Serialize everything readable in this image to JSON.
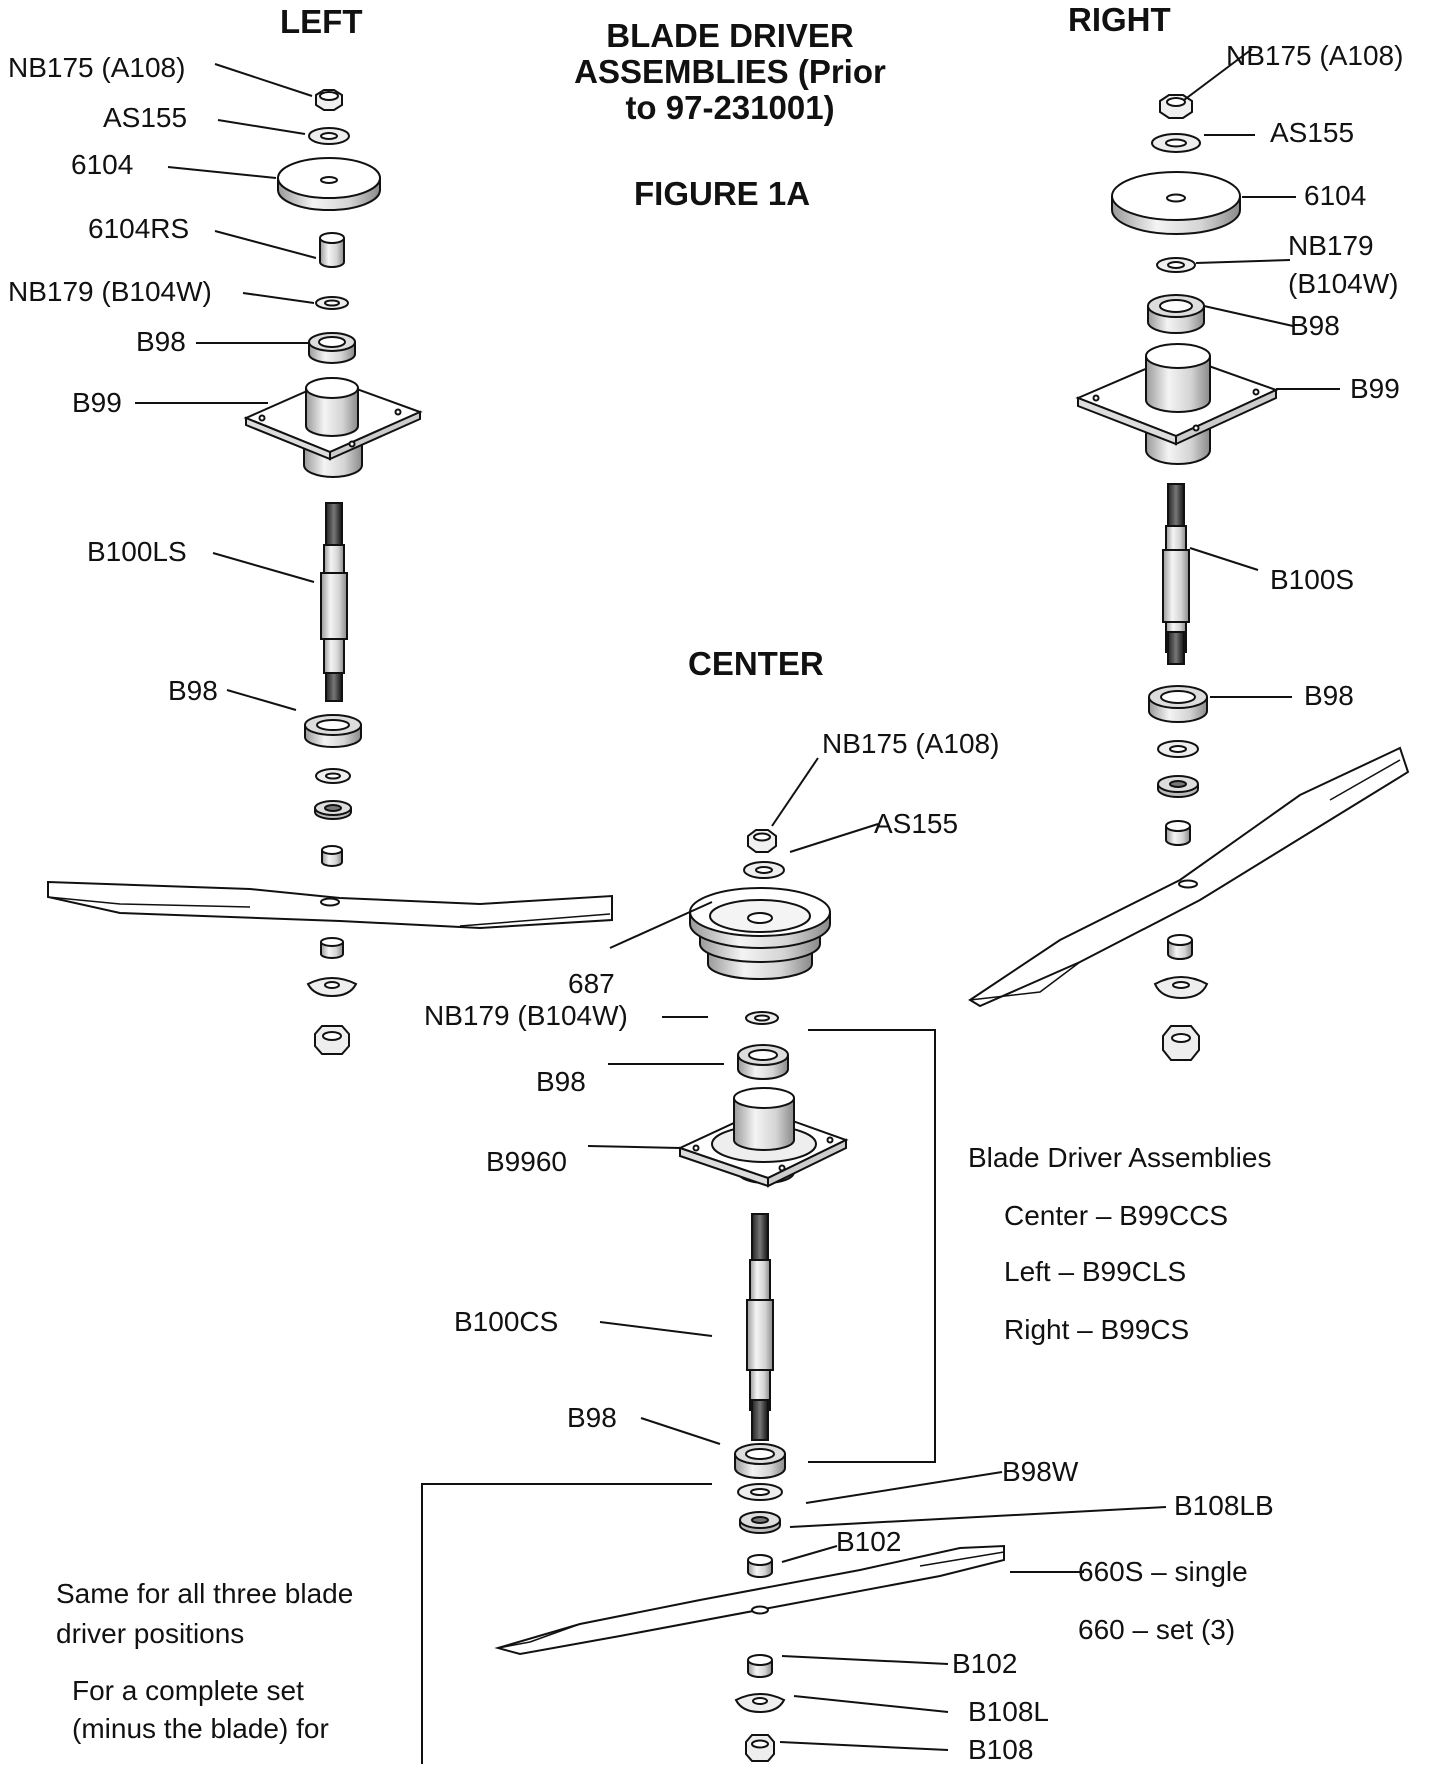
{
  "headings": {
    "left": "LEFT",
    "right": "RIGHT",
    "center": "CENTER",
    "title_line1": "BLADE DRIVER",
    "title_line2": "ASSEMBLIES (Prior",
    "title_line3": "to 97-231001)",
    "figure": "FIGURE 1A"
  },
  "left_labels": {
    "nb175": "NB175 (A108)",
    "as155": "AS155",
    "pulley": "6104",
    "spacer": "6104RS",
    "nb179": "NB179 (B104W)",
    "b98_top": "B98",
    "b99": "B99",
    "shaft": "B100LS",
    "b98_bottom": "B98"
  },
  "right_labels": {
    "nb175": "NB175 (A108)",
    "as155": "AS155",
    "pulley": "6104",
    "nb179_line1": "NB179",
    "nb179_line2": "(B104W)",
    "b98_top": "B98",
    "b99": "B99",
    "shaft": "B100S",
    "b98_bottom": "B98"
  },
  "center_labels": {
    "nb175": "NB175 (A108)",
    "as155": "AS155",
    "pulley": "687",
    "nb179": "NB179 (B104W)",
    "b98_top": "B98",
    "housing": "B9960",
    "shaft": "B100CS",
    "b98_bottom": "B98",
    "b98w": "B98W",
    "b108lb": "B108LB",
    "b102_top": "B102",
    "blade_single": "660S – single",
    "blade_set": "660 – set (3)",
    "b102_bottom": "B102",
    "b108l": "B108L",
    "b108": "B108"
  },
  "assemblies": {
    "heading": "Blade Driver Assemblies",
    "center": "Center – B99CCS",
    "left": "Left – B99CLS",
    "right": "Right – B99CS"
  },
  "notes": {
    "same": "Same for all three blade driver positions",
    "complete": "For a complete set (minus the blade) for"
  }
}
